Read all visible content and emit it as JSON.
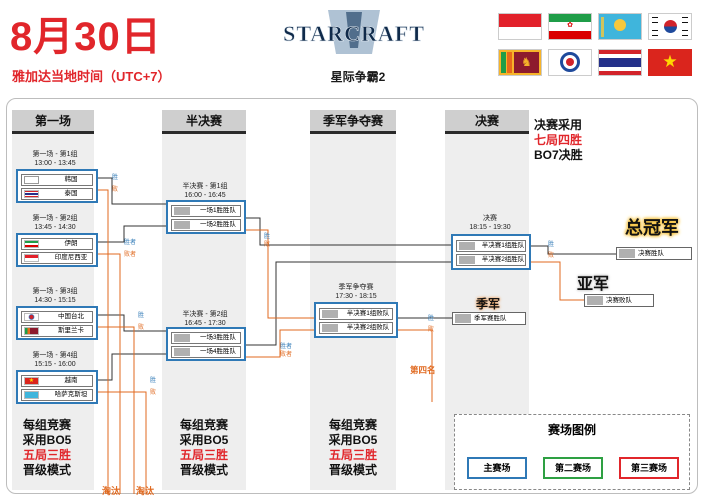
{
  "header": {
    "date": "8月30日",
    "timezone": "雅加达当地时间（UTC+7）",
    "logo_text": "STARCRAFT",
    "game_title": "星际争霸2"
  },
  "flags": [
    {
      "name": "indonesia-flag"
    },
    {
      "name": "iran-flag"
    },
    {
      "name": "kazakhstan-flag"
    },
    {
      "name": "south-korea-flag"
    },
    {
      "name": "sri-lanka-flag"
    },
    {
      "name": "chinese-taipei-flag"
    },
    {
      "name": "thailand-flag"
    },
    {
      "name": "vietnam-flag"
    }
  ],
  "columns": {
    "round1": "第一场",
    "semis": "半决赛",
    "third": "季军争夺赛",
    "final": "决赛"
  },
  "round1": [
    {
      "title": "第一场 - 第1组",
      "time": "13:00 - 13:45",
      "teams": [
        {
          "name": "韩国",
          "flag": "korea"
        },
        {
          "name": "泰国",
          "flag": "thailand"
        }
      ]
    },
    {
      "title": "第一场 - 第2组",
      "time": "13:45 - 14:30",
      "teams": [
        {
          "name": "伊朗",
          "flag": "iran"
        },
        {
          "name": "印度尼西亚",
          "flag": "indonesia"
        }
      ]
    },
    {
      "title": "第一场 - 第3组",
      "time": "14:30 - 15:15",
      "teams": [
        {
          "name": "中国台北",
          "flag": "taipei"
        },
        {
          "name": "斯里兰卡",
          "flag": "srilanka"
        }
      ]
    },
    {
      "title": "第一场 - 第4组",
      "time": "15:15 - 16:00",
      "teams": [
        {
          "name": "越南",
          "flag": "vietnam"
        },
        {
          "name": "哈萨克斯坦",
          "flag": "kazakhstan"
        }
      ]
    }
  ],
  "semis": [
    {
      "title": "半决赛 - 第1组",
      "time": "16:00 - 16:45",
      "slots": [
        "一场1胜胜队",
        "一场2胜胜队"
      ]
    },
    {
      "title": "半决赛 - 第2组",
      "time": "16:45 - 17:30",
      "slots": [
        "一场3胜胜队",
        "一场4胜胜队"
      ]
    }
  ],
  "third_match": {
    "title": "季军争夺赛",
    "time": "17:30 - 18:15",
    "slots": [
      "半决赛1组败队",
      "半决赛2组败队"
    ]
  },
  "final_match": {
    "title": "决赛",
    "time": "18:15 - 19:30",
    "slots": [
      "半决赛1组胜队",
      "半决赛2组胜队"
    ]
  },
  "labels": {
    "win": "胜",
    "lose": "败",
    "win_alt": "胜者",
    "lose_alt": "败者",
    "eliminated": "淘汰",
    "fourth_place": "第四名"
  },
  "results": {
    "champion_label": "总冠军",
    "champion_slot": "决赛胜队",
    "runnerup_label": "亚军",
    "runnerup_slot": "决赛败队",
    "third_label": "季军",
    "third_slot": "季军赛胜队"
  },
  "final_note": [
    "决赛采用",
    "七局四胜",
    "BO7决胜"
  ],
  "format_note": [
    "每组竞赛",
    "采用BO5",
    "五局三胜",
    "晋级模式"
  ],
  "legend": {
    "title": "赛场图例",
    "items": [
      {
        "label": "主赛场",
        "color": "#2f79b6"
      },
      {
        "label": "第二赛场",
        "color": "#2ea043"
      },
      {
        "label": "第三赛场",
        "color": "#e1262b"
      }
    ]
  },
  "colors": {
    "accent_red": "#e1262b",
    "main_blue": "#2f79b6",
    "loss_orange": "#e0691f",
    "column_gray": "#eeeeee"
  }
}
